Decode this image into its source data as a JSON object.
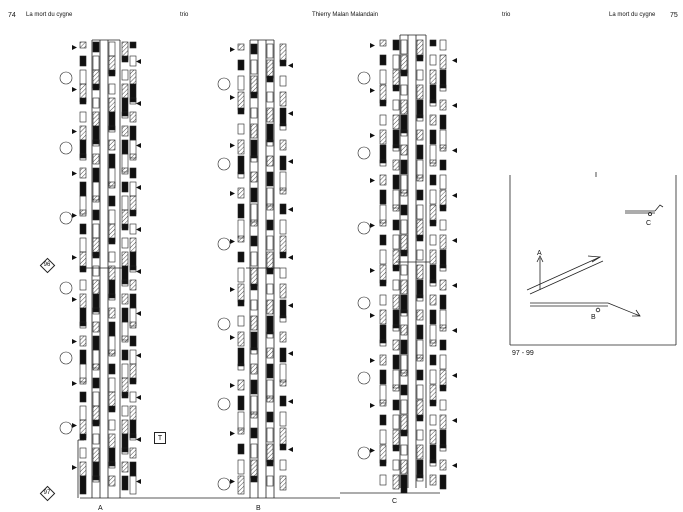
{
  "header": {
    "left_page_number": "74",
    "left_title": "La mort du cygne",
    "left_section": "trio",
    "credit": "Thierry Malan Malandain",
    "right_section": "trio",
    "right_title": "La mort du cygne",
    "right_page_number": "75"
  },
  "measures": {
    "m96": "96",
    "m97": "97"
  },
  "labels": {
    "box_T": "T",
    "marker_A_left": "A",
    "marker_B_left": "B",
    "marker_C_left": "C",
    "floor_A": "A",
    "floor_B": "B",
    "floor_C": "C",
    "floor_range": "97 - 99"
  }
}
